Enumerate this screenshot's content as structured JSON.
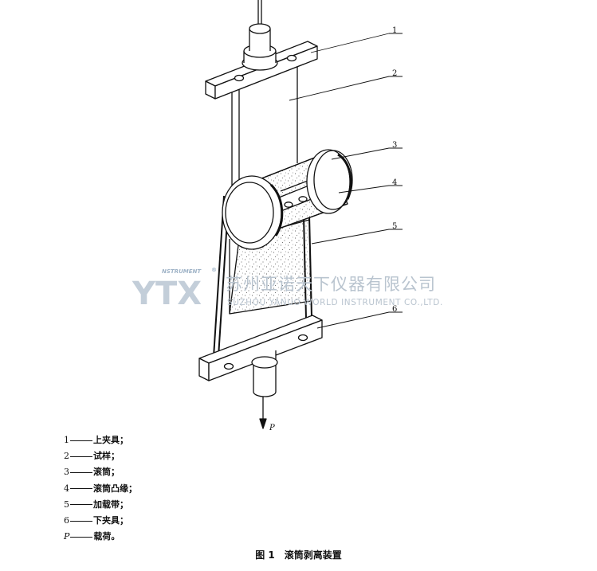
{
  "callouts": [
    "1",
    "2",
    "3",
    "4",
    "5",
    "6"
  ],
  "force_label": "P",
  "watermark": {
    "logo_text": "YTX",
    "logo_small": "NSTRUMENT",
    "logo_mark": "®",
    "company_cn": "苏州亚诺天下仪器有限公司",
    "company_en": "SUZHOU YANUO WORLD INSTRUMENT CO.,LTD."
  },
  "legend": [
    {
      "key": "1",
      "text": "上夹具；"
    },
    {
      "key": "2",
      "text": "试样；"
    },
    {
      "key": "3",
      "text": "滚筒；"
    },
    {
      "key": "4",
      "text": "滚筒凸缘；"
    },
    {
      "key": "5",
      "text": "加载带；"
    },
    {
      "key": "6",
      "text": "下夹具；"
    },
    {
      "key": "P",
      "text": "载荷。"
    }
  ],
  "caption": {
    "number": "图 1",
    "title": "滚筒剥离装置"
  },
  "colors": {
    "line": "#111111",
    "watermark": "#b9c4cf"
  }
}
